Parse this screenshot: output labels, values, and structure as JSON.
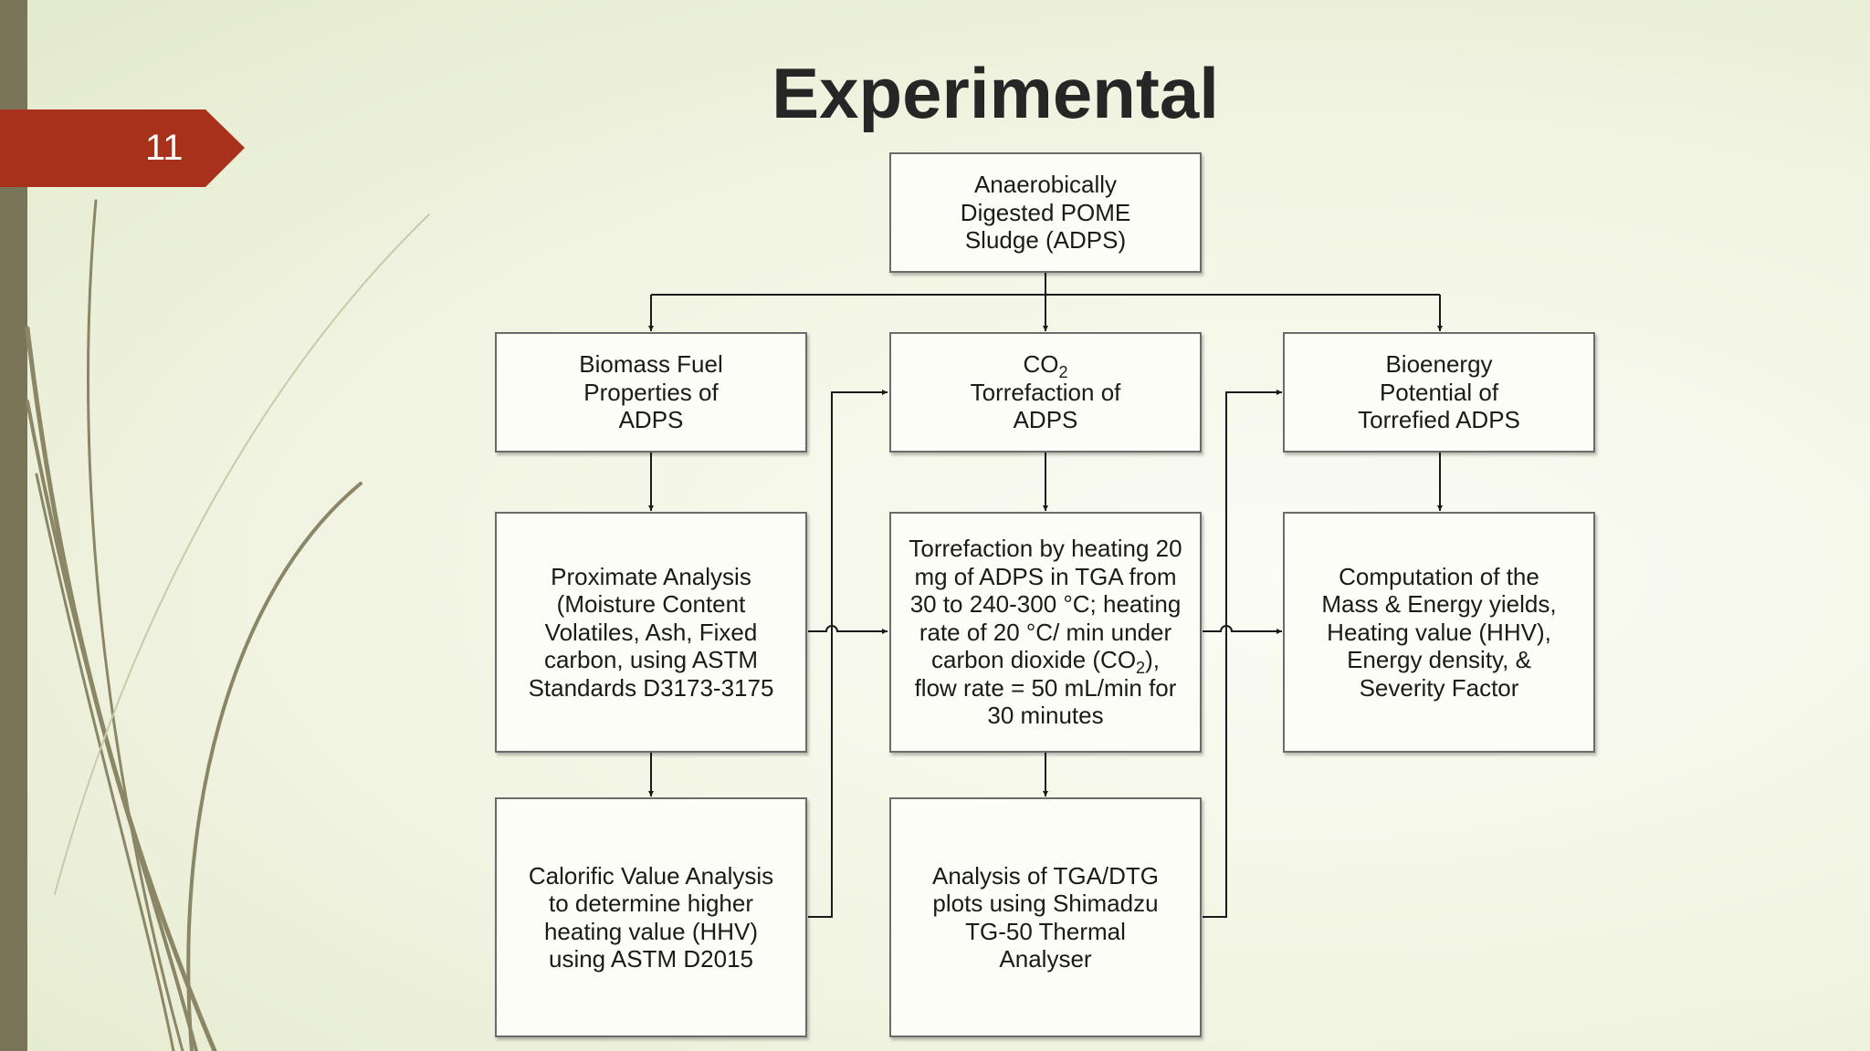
{
  "slide": {
    "number": "11",
    "title": "Experimental"
  },
  "colors": {
    "accent": "#a8311b",
    "sidebar": "#7a7558",
    "line": "#1a1a1a",
    "box_border": "#6b6b6b"
  },
  "flowchart": {
    "top": "Anaerobically Digested POME Sludge (ADPS)",
    "col1": {
      "box1": "Biomass Fuel Properties of ADPS",
      "box2": "Proximate Analysis (Moisture Content Volatiles, Ash, Fixed carbon, using ASTM Standards D3173-3175",
      "box3": "Calorific Value Analysis to determine higher heating value (HHV) using ASTM D2015"
    },
    "col2": {
      "box1_line1": "CO",
      "box1_sub": "2",
      "box1_line2": "Torrefaction of ADPS",
      "box2_part1": "Torrefaction by heating 20 mg of ADPS in TGA from 30 to 240-300 °C; heating rate of 20 °C/ min under carbon dioxide (CO",
      "box2_sub": "2",
      "box2_part2": "), flow rate = 50 mL/min for 30 minutes",
      "box3": "Analysis of TGA/DTG plots using Shimadzu TG-50 Thermal Analyser"
    },
    "col3": {
      "box1": "Bioenergy Potential of Torrefied ADPS",
      "box2": "Computation of the Mass & Energy yields, Heating value (HHV), Energy density, & Severity Factor"
    }
  }
}
